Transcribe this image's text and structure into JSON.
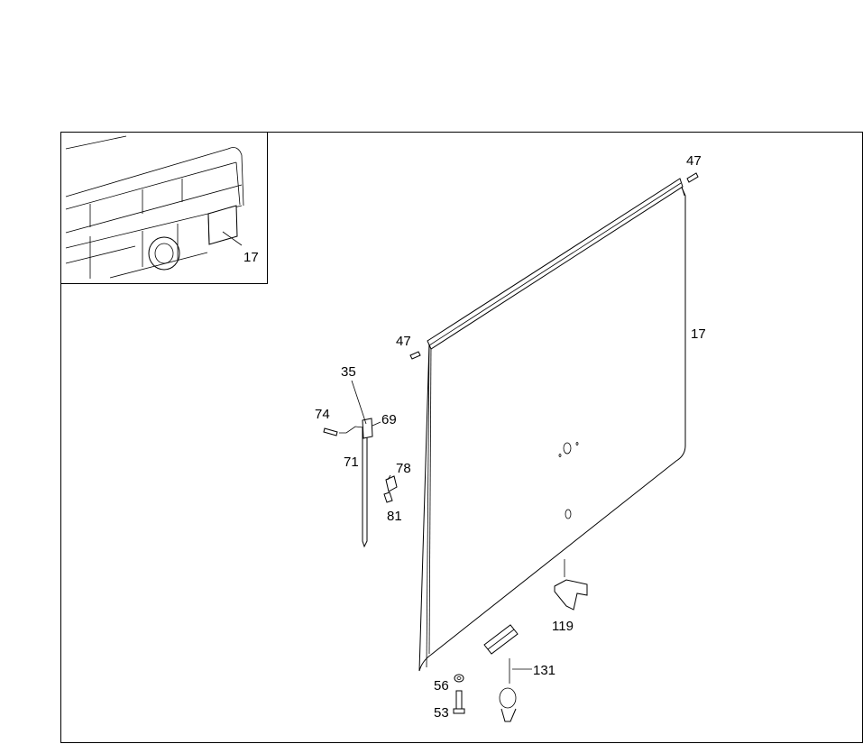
{
  "diagram": {
    "inset": {
      "callout": "17"
    },
    "callouts": {
      "p47_top": "47",
      "p47_left": "47",
      "p17": "17",
      "p35": "35",
      "p74": "74",
      "p69": "69",
      "p71": "71",
      "p78": "78",
      "p81": "81",
      "p119": "119",
      "p131": "131",
      "p56": "56",
      "p53": "53"
    }
  }
}
